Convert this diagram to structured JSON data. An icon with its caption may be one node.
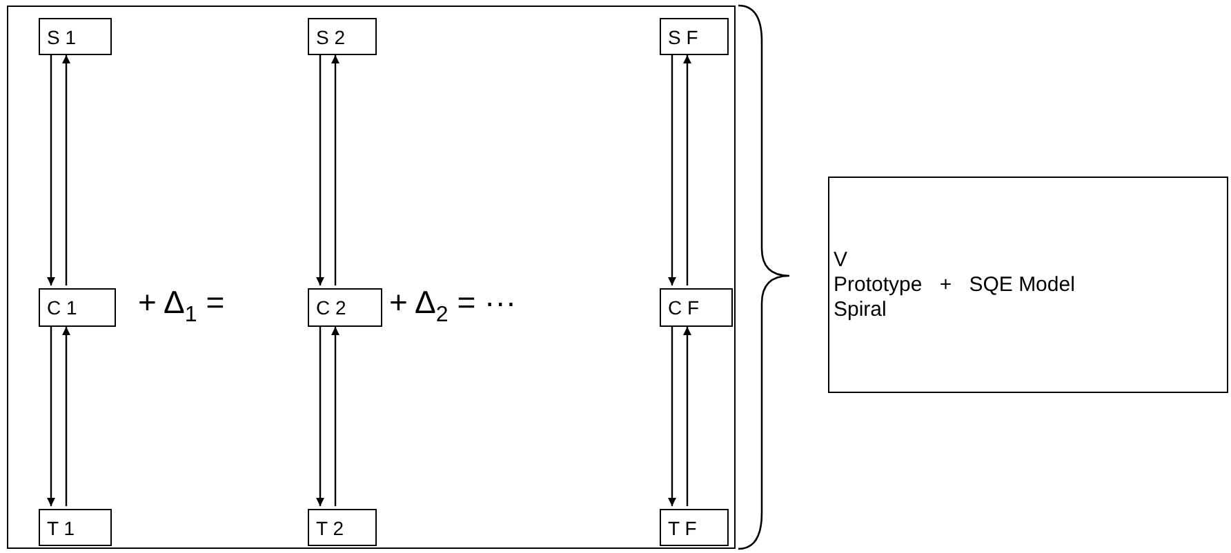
{
  "diagram": {
    "nodes": [
      {
        "text": [],
        "shape": "box"
      },
      {
        "text": [
          "S 1"
        ],
        "in": 0
      },
      {
        "text": [
          "C 1"
        ],
        "in": 0
      },
      {
        "text": [
          "T 1"
        ],
        "in": 0
      },
      {
        "text": [
          "S 2"
        ],
        "in": 0
      },
      {
        "text": [
          "C 2"
        ],
        "in": 0
      },
      {
        "text": [
          "T 2"
        ],
        "in": 0
      },
      {
        "text": [
          "S F"
        ],
        "in": 0
      },
      {
        "text": [
          "C F"
        ],
        "in": 0
      },
      {
        "text": [
          "T F"
        ],
        "in": 0
      },
      {
        "text": [
          "V",
          "Prototype",
          "Spiral",
          "+",
          "SQE Model"
        ]
      }
    ],
    "edges": [
      {
        "from": 1,
        "to": 2,
        "arrow": "to"
      },
      {
        "from": 2,
        "to": 1,
        "arrow": "to"
      },
      {
        "from": 2,
        "to": 3,
        "arrow": "to"
      },
      {
        "from": 3,
        "to": 2,
        "arrow": "to"
      },
      {
        "from": 4,
        "to": 5,
        "arrow": "to"
      },
      {
        "from": 5,
        "to": 4,
        "arrow": "to"
      },
      {
        "from": 5,
        "to": 6,
        "arrow": "to"
      },
      {
        "from": 6,
        "to": 5,
        "arrow": "to"
      },
      {
        "from": 7,
        "to": 8,
        "arrow": "to"
      },
      {
        "from": 8,
        "to": 7,
        "arrow": "to"
      },
      {
        "from": 8,
        "to": 9,
        "arrow": "to"
      },
      {
        "from": 9,
        "to": 8,
        "arrow": "to"
      }
    ],
    "labels": [
      "+ Δ$_{1}$ =",
      "+ Δ$_{2}$ = ···"
    ]
  }
}
